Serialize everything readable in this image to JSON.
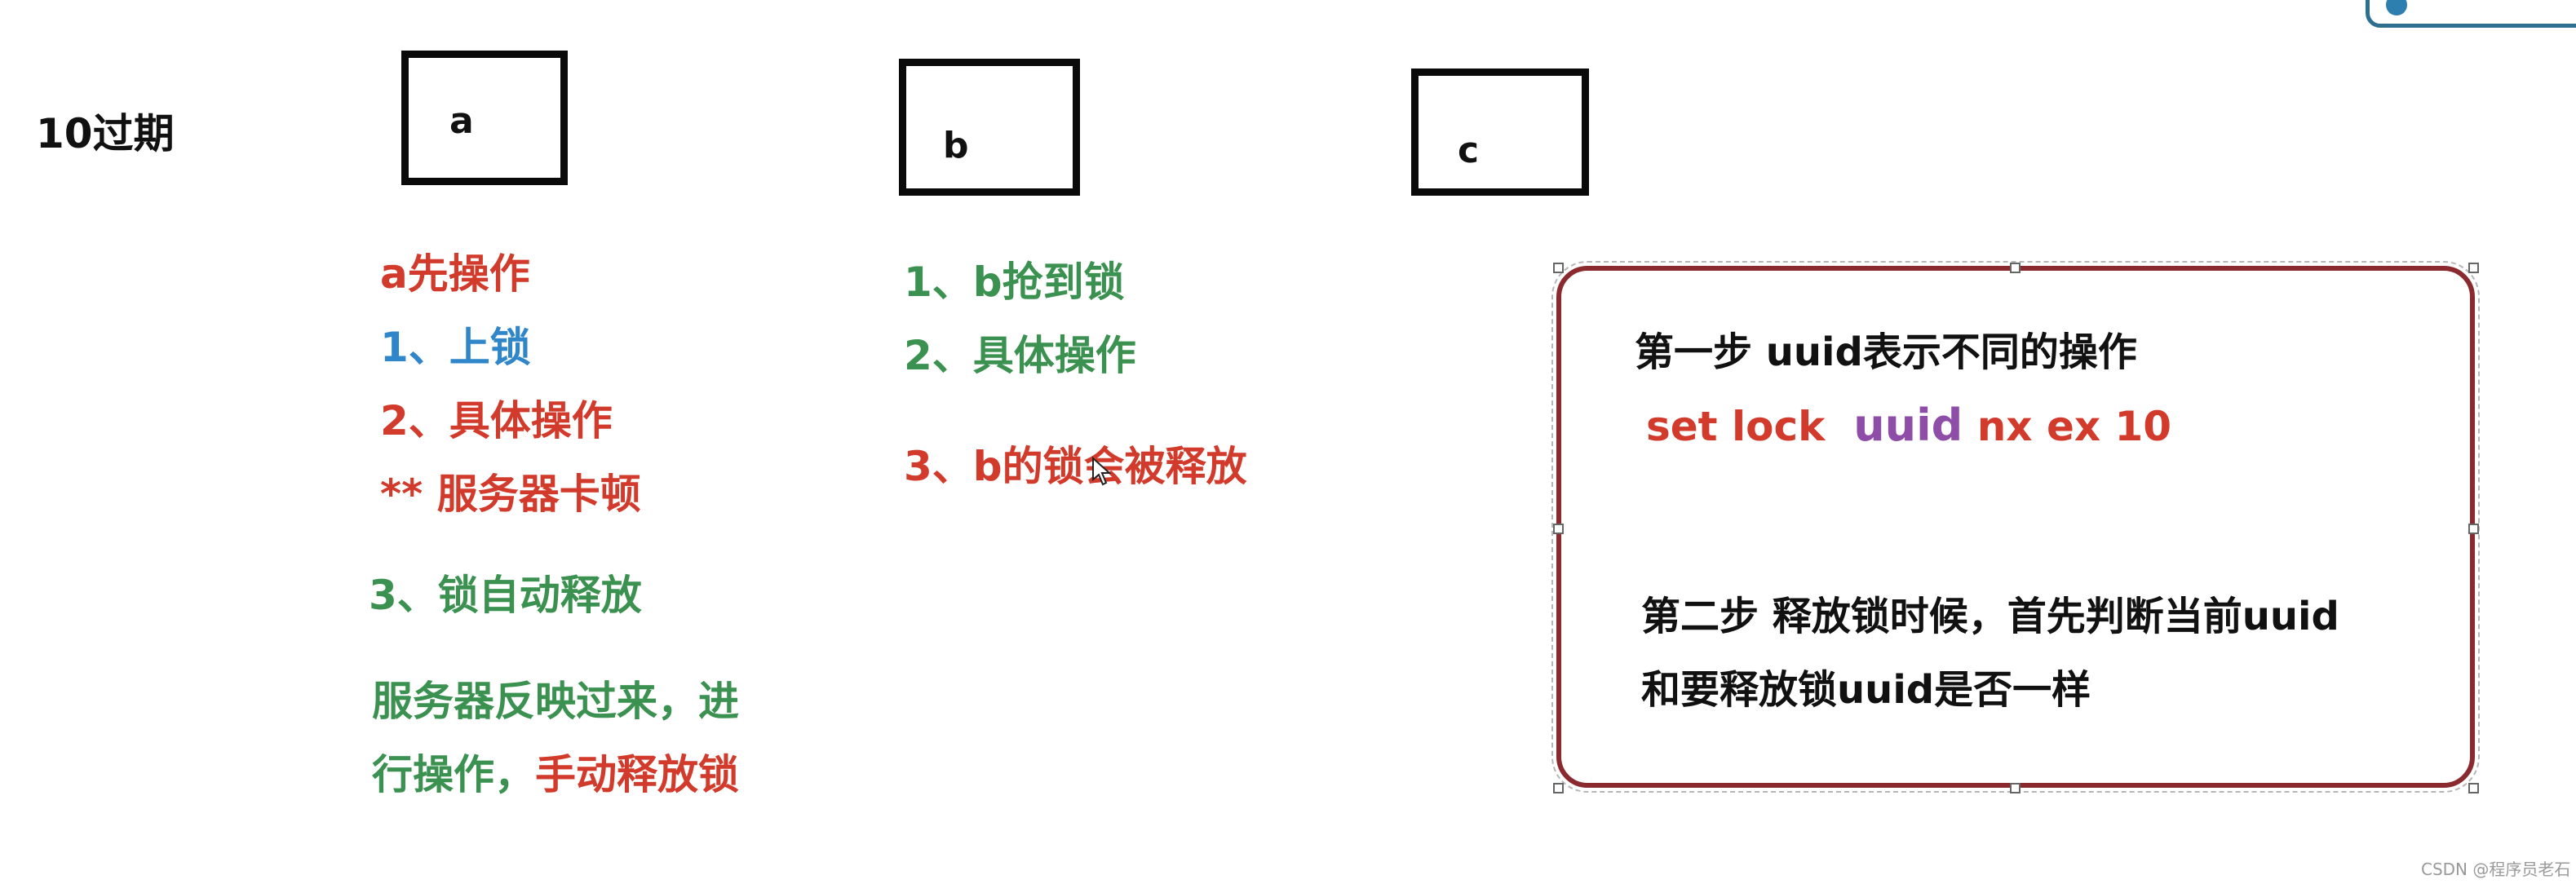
{
  "header": {
    "expire_label": "10过期"
  },
  "boxes": {
    "a": "a",
    "b": "b",
    "c": "c"
  },
  "column_a": {
    "title": "a先操作",
    "step1": "1、上锁",
    "step2": "2、具体操作",
    "stall": "** 服务器卡顿",
    "step3": "3、锁自动释放",
    "recover_line1": "服务器反映过来，进",
    "recover_line2_green": "行操作，",
    "recover_line2_red": "手动释放锁"
  },
  "column_b": {
    "step1": "1、b抢到锁",
    "step2": "2、具体操作",
    "step3": "3、b的锁会被释放"
  },
  "note": {
    "step1_title": "第一步 uuid表示不同的操作",
    "command_part1": "set lock",
    "command_part2": "uuid",
    "command_part3": "nx ex 10",
    "step2_line1": "第二步 释放锁时候，首先判断当前uuid",
    "step2_line2": "和要释放锁uuid是否一样"
  },
  "watermark": "CSDN @程序员老石",
  "colors": {
    "red": "#d23b2b",
    "green": "#3b9150",
    "blue": "#2f86c9",
    "purple": "#8e4ea8",
    "note_border": "#8a2a2e"
  }
}
